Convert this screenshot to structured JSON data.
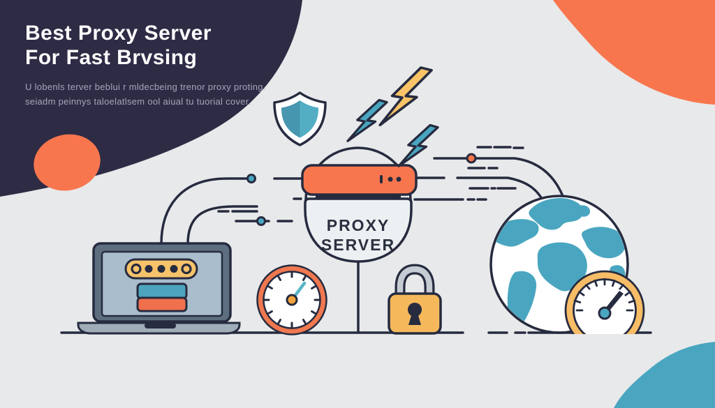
{
  "header": {
    "title_line1": "Best Proxy Server",
    "title_line2": "For Fast Brvsing",
    "subtitle_line1": "U lobenls terver beblui r mldecbeing trenor proxy proting.",
    "subtitle_line2": "seiadm peinnys taloelatlsem ool aiual tu tuorial cover."
  },
  "illustration": {
    "proxy_label": {
      "line1": "PROXY",
      "line2": "SERVER"
    },
    "icons": [
      "shield-icon",
      "lightning-bolt-icon",
      "proxy-server-icon",
      "laptop-icon",
      "password-dots-icon",
      "clock-gauge-icon",
      "padlock-icon",
      "globe-icon",
      "speedometer-icon",
      "connection-lines"
    ],
    "colors": {
      "background": "#e8e9ea",
      "dark_navy_blob": "#2e2b45",
      "outline_navy": "#262b3f",
      "accent_orange": "#f8764e",
      "accent_teal": "#4aa6c0",
      "accent_yellow": "#f6c36b",
      "laptop_frame": "#5d6e80",
      "laptop_screen": "#a9bdcd",
      "badge_fill": "#edf0f2",
      "title_text": "#fdfdfd",
      "subtitle_text": "#a7a5ba"
    }
  }
}
